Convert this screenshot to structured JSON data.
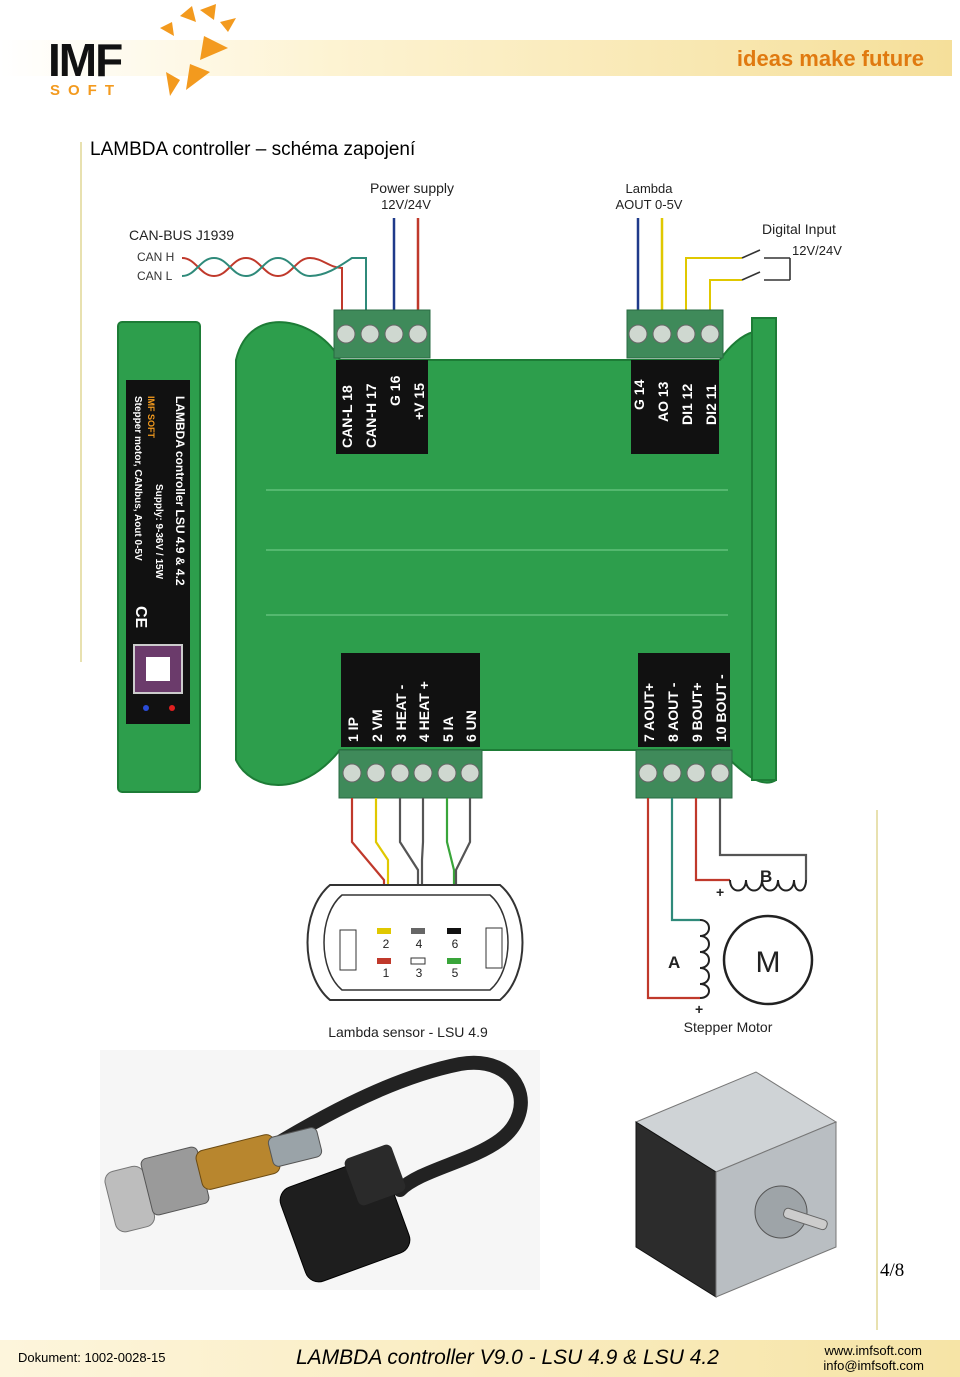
{
  "header": {
    "logo_main": "IMF",
    "logo_sub": "SOFT",
    "tagline": "ideas make future"
  },
  "title": "LAMBDA controller – schéma zapojení",
  "diagram": {
    "power_label": "Power supply",
    "power_voltage": "12V/24V",
    "lambda_label": "Lambda",
    "lambda_out": "AOUT 0-5V",
    "digital_label": "Digital Input",
    "digital_voltage": "12V/24V",
    "canbus_label": "CAN-BUS  J1939",
    "can_h": "CAN H",
    "can_l": "CAN L",
    "top_left_terminals": [
      "CAN-L 18",
      "CAN-H 17",
      "G 16",
      "+V 15"
    ],
    "top_right_terminals": [
      "G 14",
      "AO 13",
      "DI1 12",
      "DI2 11"
    ],
    "bottom_left_terminals": [
      "1 IP",
      "2 VM",
      "3 HEAT -",
      "4 HEAT +",
      "5 IA",
      "6 UN"
    ],
    "bottom_right_terminals": [
      "7 AOUT+",
      "8 AOUT -",
      "9 BOUT+",
      "10 BOUT -"
    ],
    "module_line1": "LAMBDA controller  LSU 4.9 & 4.2",
    "module_line2": "Supply: 9-36V / 15W",
    "module_line3": "Stepper motor, CANbus, Aout 0-5V",
    "module_logo": "IMF SOFT",
    "ce_mark": "CE",
    "sensor_pins_top": [
      "2",
      "4",
      "6"
    ],
    "sensor_pins_bottom": [
      "1",
      "3",
      "5"
    ],
    "sensor_label": "Lambda sensor  -  LSU 4.9",
    "motor_coil_a": "A",
    "motor_coil_b": "B",
    "motor_symbol": "M",
    "plus_a": "+",
    "plus_b": "+",
    "motor_label": "Stepper Motor"
  },
  "page_number": "4/8",
  "footer": {
    "document": "Dokument: 1002-0028-15",
    "product": "LAMBDA controller V9.0  -  LSU 4.9 & LSU 4.2",
    "website": "www.imfsoft.com",
    "email": "info@imfsoft.com"
  },
  "colors": {
    "module_green": "#2d9e4c",
    "module_dark": "#1d7c36",
    "terminal_black": "#111111",
    "accent_orange": "#f39a1e",
    "wire_red": "#c0392b",
    "wire_blue": "#1f3a8a",
    "wire_yellow": "#e0c800",
    "wire_teal": "#2f8a7a",
    "wire_green": "#39a53a"
  }
}
